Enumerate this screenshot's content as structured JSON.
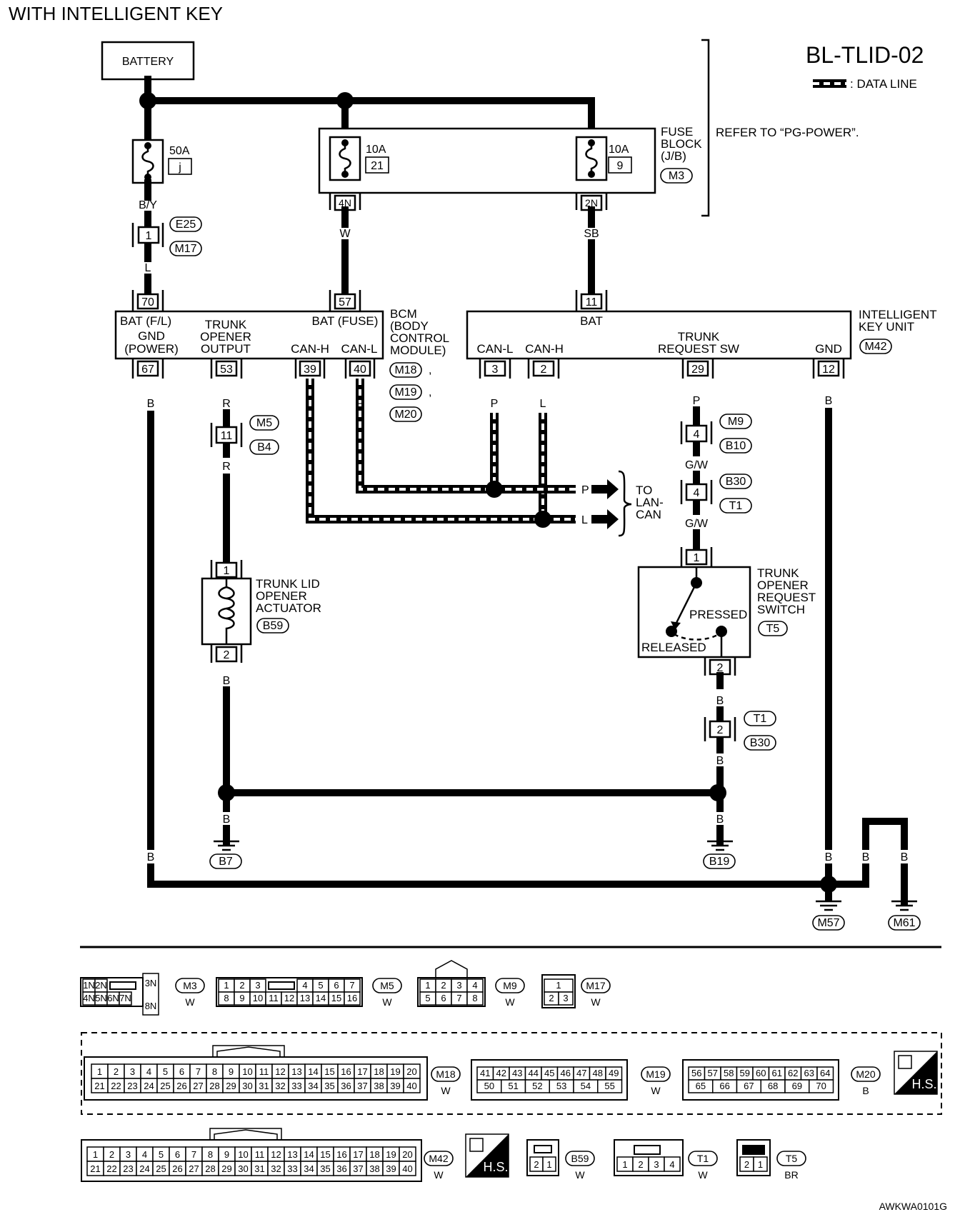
{
  "page_title": "WITH INTELLIGENT KEY",
  "diagram_id": "BL-TLID-02",
  "legend": {
    "data_line": ": DATA LINE"
  },
  "refer_note": "REFER TO “PG-POWER”.",
  "footer_code": "AWKWA0101G",
  "battery": "BATTERY",
  "fuses": {
    "main": {
      "amp": "50A",
      "id": "j"
    },
    "f21": {
      "amp": "10A",
      "id": "21"
    },
    "f9": {
      "amp": "10A",
      "id": "9"
    },
    "block_l1": "FUSE",
    "block_l2": "BLOCK",
    "block_l3": "(J/B)",
    "block_conn": "M3",
    "term_4n": "4N",
    "term_2n": "2N"
  },
  "wires": {
    "by": "B/Y",
    "l": "L",
    "w": "W",
    "sb": "SB",
    "b": "B",
    "r": "R",
    "p": "P",
    "gw": "G/W"
  },
  "inline_connectors": {
    "e25": "E25",
    "m17": "M17",
    "m5": "M5",
    "b4": "B4",
    "m9": "M9",
    "b10": "B10",
    "b30": "B30",
    "t1": "T1",
    "pin1": "1",
    "pin11": "11",
    "pin4": "4",
    "pin2": "2"
  },
  "bcm": {
    "label_l1": "BCM",
    "label_l2": "(BODY",
    "label_l3": "CONTROL",
    "label_l4": "MODULE)",
    "conn_a": "M18",
    "conn_b": "M19",
    "conn_c": "M20",
    "bat_fl": "BAT (F/L)",
    "gnd_l1": "GND",
    "gnd_l2": "(POWER)",
    "trunk_l1": "TRUNK",
    "trunk_l2": "OPENER",
    "trunk_l3": "OUTPUT",
    "bat_fuse": "BAT (FUSE)",
    "canh": "CAN-H",
    "canl": "CAN-L",
    "p70": "70",
    "p57": "57",
    "p67": "67",
    "p53": "53",
    "p39": "39",
    "p40": "40"
  },
  "iku": {
    "label_l1": "INTELLIGENT",
    "label_l2": "KEY UNIT",
    "conn": "M42",
    "bat": "BAT",
    "canl": "CAN-L",
    "canh": "CAN-H",
    "trq_l1": "TRUNK",
    "trq_l2": "REQUEST SW",
    "gnd": "GND",
    "p11": "11",
    "p3": "3",
    "p2": "2",
    "p29": "29",
    "p12": "12"
  },
  "lan": {
    "p": "P",
    "l": "L",
    "l1": "TO",
    "l2": "LAN-",
    "l3": "CAN"
  },
  "actuator": {
    "l1": "TRUNK LID",
    "l2": "OPENER",
    "l3": "ACTUATOR",
    "conn": "B59",
    "p1": "1",
    "p2": "2"
  },
  "switch": {
    "l1": "TRUNK",
    "l2": "OPENER",
    "l3": "REQUEST",
    "l4": "SWITCH",
    "conn": "T5",
    "pressed": "PRESSED",
    "released": "RELEASED",
    "p1": "1",
    "p2": "2"
  },
  "grounds": {
    "b7": "B7",
    "b19": "B19",
    "m57": "M57",
    "m61": "M61"
  },
  "connector_faces": {
    "m3": {
      "id": "M3",
      "color": "W",
      "row1": [
        "1N",
        "2N"
      ],
      "row2": [
        "4N",
        "5N",
        "6N",
        "7N"
      ],
      "side1": "3N",
      "side2": "8N"
    },
    "m5": {
      "id": "M5",
      "color": "W",
      "row1a": [
        "1",
        "2",
        "3"
      ],
      "row1b": [
        "4",
        "5",
        "6",
        "7"
      ],
      "row2": [
        "8",
        "9",
        "10",
        "11",
        "12",
        "13",
        "14",
        "15",
        "16"
      ]
    },
    "m9": {
      "id": "M9",
      "color": "W",
      "row1": [
        "1",
        "2",
        "3",
        "4"
      ],
      "row2": [
        "5",
        "6",
        "7",
        "8"
      ]
    },
    "m17": {
      "id": "M17",
      "color": "W",
      "row1": [
        "1"
      ],
      "row2": [
        "2",
        "3"
      ]
    },
    "m18": {
      "id": "M18",
      "color": "W",
      "row1": [
        "1",
        "2",
        "3",
        "4",
        "5",
        "6",
        "7",
        "8",
        "9",
        "10",
        "11",
        "12",
        "13",
        "14",
        "15",
        "16",
        "17",
        "18",
        "19",
        "20"
      ],
      "row2": [
        "21",
        "22",
        "23",
        "24",
        "25",
        "26",
        "27",
        "28",
        "29",
        "30",
        "31",
        "32",
        "33",
        "34",
        "35",
        "36",
        "37",
        "38",
        "39",
        "40"
      ]
    },
    "m19": {
      "id": "M19",
      "color": "W",
      "row1": [
        "41",
        "42",
        "43",
        "44",
        "45",
        "46",
        "47",
        "48",
        "49"
      ],
      "row2": [
        "50",
        "51",
        "52",
        "53",
        "54",
        "55"
      ]
    },
    "m20": {
      "id": "M20",
      "color": "B",
      "row1": [
        "56",
        "57",
        "58",
        "59",
        "60",
        "61",
        "62",
        "63",
        "64"
      ],
      "row2": [
        "65",
        "66",
        "67",
        "68",
        "69",
        "70"
      ]
    },
    "m42": {
      "id": "M42",
      "color": "W",
      "row1": [
        "1",
        "2",
        "3",
        "4",
        "5",
        "6",
        "7",
        "8",
        "9",
        "10",
        "11",
        "12",
        "13",
        "14",
        "15",
        "16",
        "17",
        "18",
        "19",
        "20"
      ],
      "row2": [
        "21",
        "22",
        "23",
        "24",
        "25",
        "26",
        "27",
        "28",
        "29",
        "30",
        "31",
        "32",
        "33",
        "34",
        "35",
        "36",
        "37",
        "38",
        "39",
        "40"
      ]
    },
    "b59": {
      "id": "B59",
      "color": "W",
      "row": [
        "2",
        "1"
      ]
    },
    "t1": {
      "id": "T1",
      "color": "W",
      "row": [
        "1",
        "2",
        "3",
        "4"
      ]
    },
    "t5": {
      "id": "T5",
      "color": "BR",
      "row": [
        "2",
        "1"
      ]
    },
    "hs": "H.S."
  }
}
